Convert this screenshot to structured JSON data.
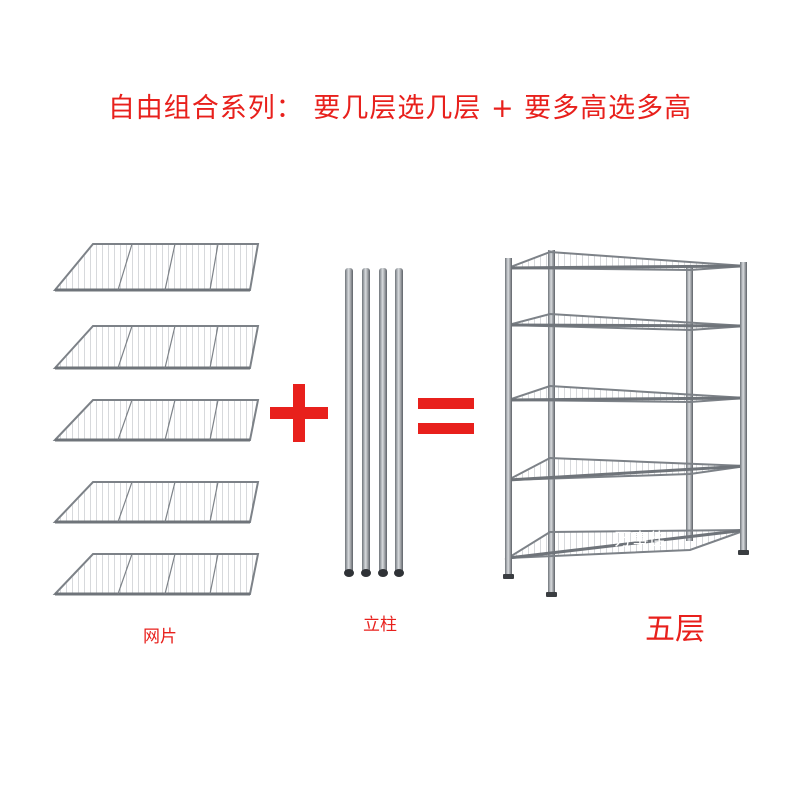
{
  "title": "自由组合系列： 要几层选几层 + 要多高选多高",
  "labels": {
    "panels": "网片",
    "posts": "立柱",
    "result": "五层"
  },
  "watermark": "万事佳",
  "symbols": {
    "plus": "+",
    "equals": "="
  },
  "colors": {
    "accent": "#e8201c",
    "metal": "#8f949b"
  },
  "counts": {
    "wire_panels": 5,
    "posts": 4,
    "shelf_tiers": 5
  }
}
